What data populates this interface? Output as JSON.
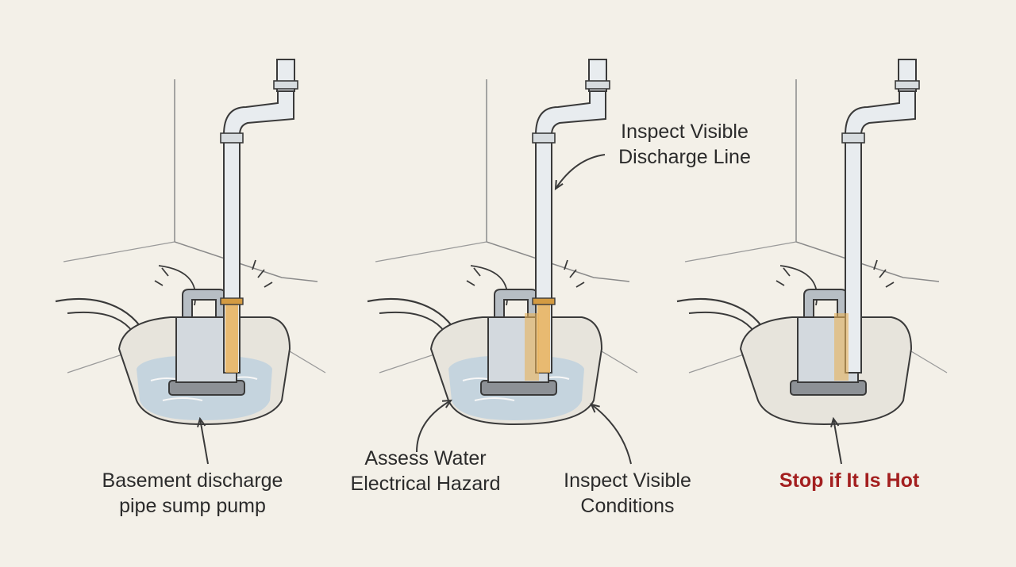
{
  "colors": {
    "background": "#f3f0e8",
    "ink": "#3a3a3a",
    "water": "#b9cfdf",
    "pipe_highlight": "#e8b25a",
    "warning_text": "#a31f1f"
  },
  "panels": [
    {
      "id": "left",
      "labels": [
        {
          "key": "pump",
          "lines": [
            "Basement discharge",
            "pipe sump pump"
          ]
        }
      ]
    },
    {
      "id": "middle",
      "labels": [
        {
          "key": "discharge",
          "lines": [
            "Inspect Visible",
            "Discharge Line"
          ]
        },
        {
          "key": "water",
          "lines": [
            "Assess Water",
            "Electrical Hazard"
          ]
        },
        {
          "key": "conditions",
          "lines": [
            "Inspect Visible",
            "Conditions"
          ]
        }
      ]
    },
    {
      "id": "right",
      "labels": [
        {
          "key": "hot",
          "lines": [
            "Stop if It Is Hot"
          ],
          "style": "warning"
        }
      ]
    }
  ]
}
